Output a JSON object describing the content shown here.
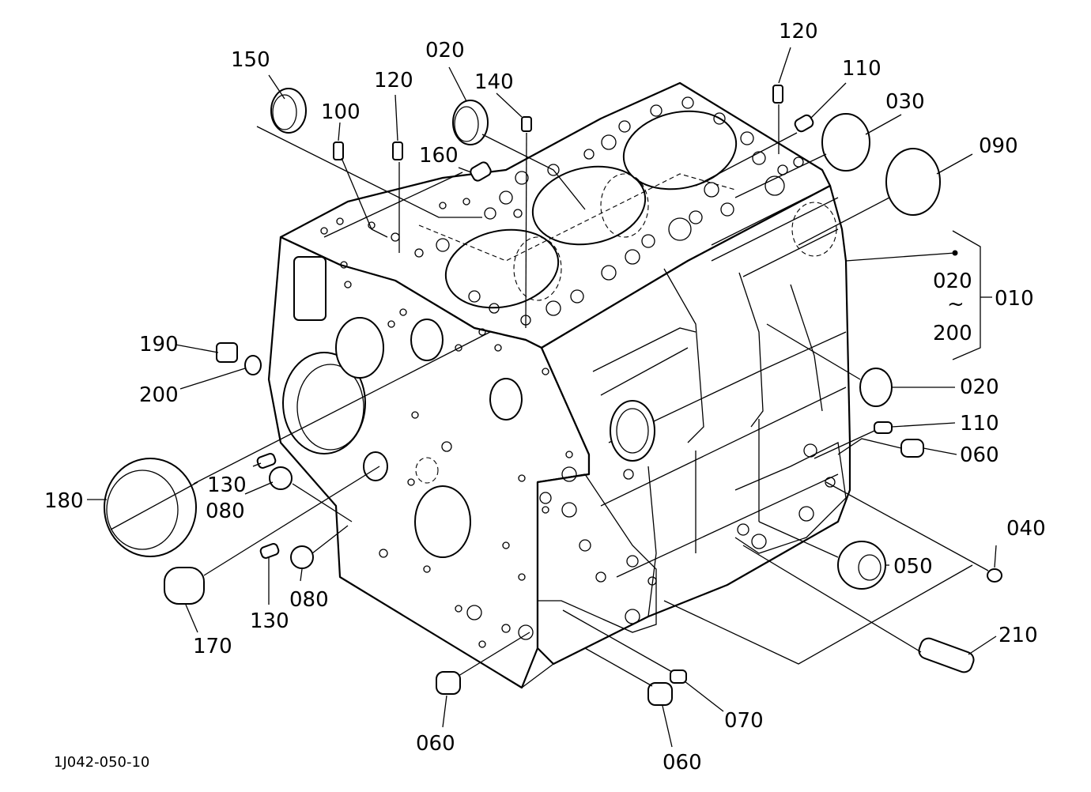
{
  "labels": {
    "l150": "150",
    "l100": "100",
    "l120a": "120",
    "l020a": "020",
    "l140": "140",
    "l160": "160",
    "l120b": "120",
    "l110a": "110",
    "l030": "030",
    "l090": "090",
    "l020b": "020",
    "l010": "010",
    "l200b": "200",
    "l190": "190",
    "l200a": "200",
    "l020c": "020",
    "l110b": "110",
    "l060a": "060",
    "l180": "180",
    "l130a": "130",
    "l080a": "080",
    "l040": "040",
    "l050": "050",
    "l130b": "130",
    "l080b": "080",
    "l170": "170",
    "l210": "210",
    "l060b": "060",
    "l070": "070",
    "l060c": "060"
  },
  "range_tilde": "~",
  "figure_code": "1J042-050-10"
}
